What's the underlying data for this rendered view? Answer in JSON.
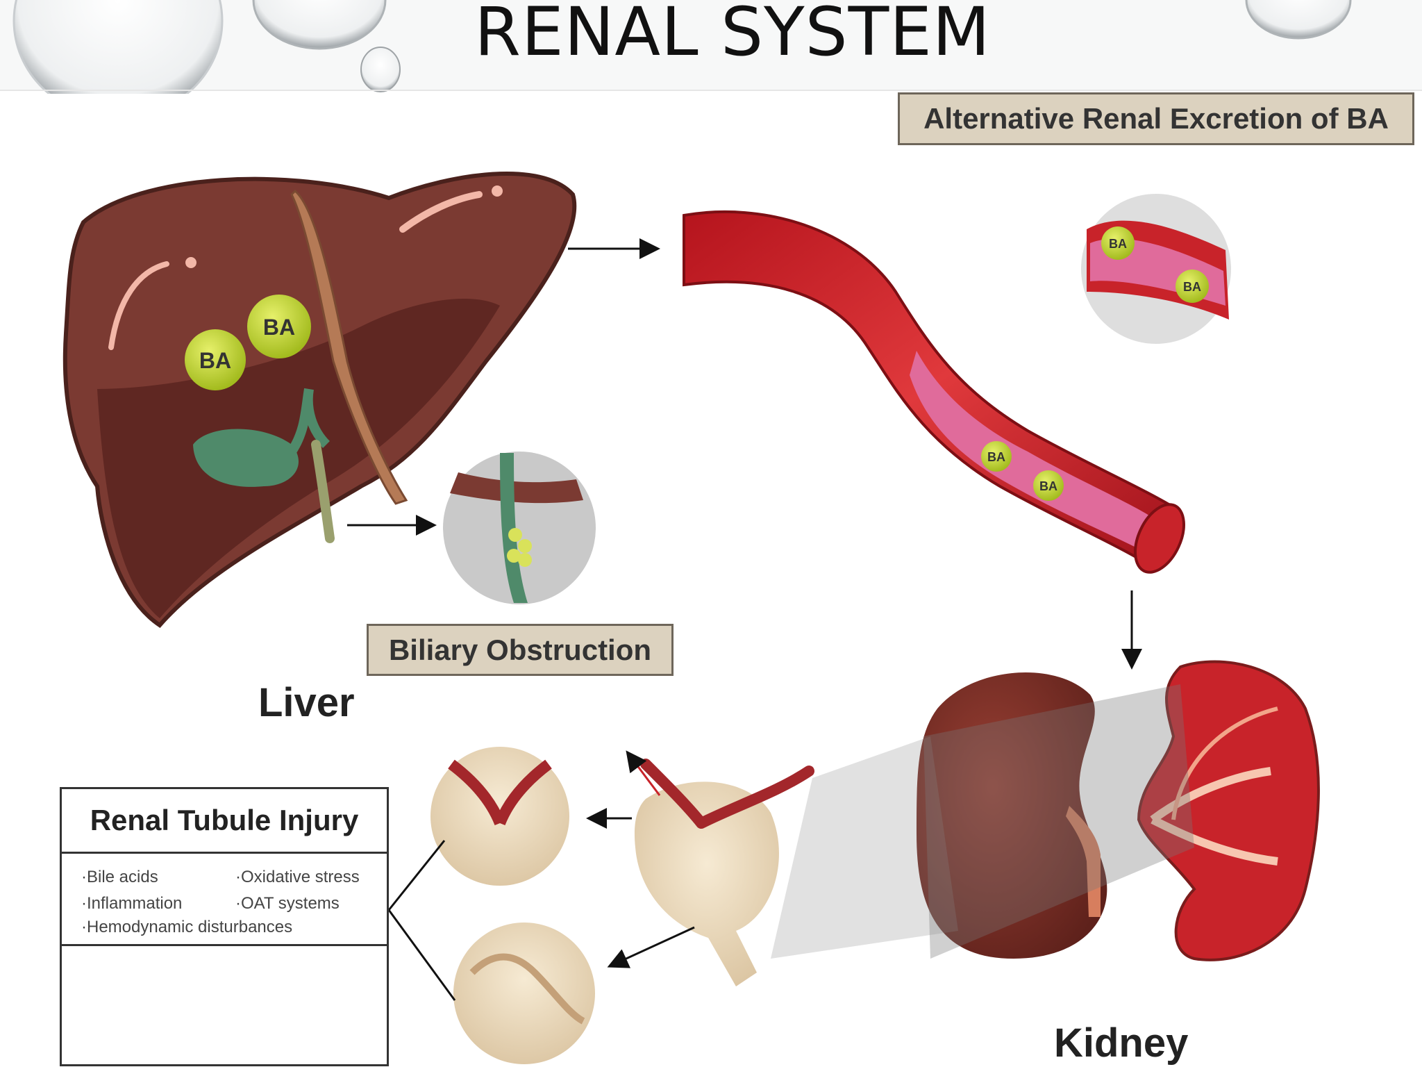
{
  "slide": {
    "title": "RENAL SYSTEM"
  },
  "labels": {
    "alternative_excretion": "Alternative Renal Excretion of BA",
    "biliary_obstruction": "Biliary Obstruction",
    "liver": "Liver",
    "kidney": "Kidney",
    "ba": "BA"
  },
  "renal_tubule_injury": {
    "title": "Renal Tubule Injury",
    "items": [
      "·Bile acids",
      "·Oxidative stress",
      "·Inflammation",
      "·OAT systems",
      "·Hemodynamic disturbances"
    ]
  },
  "colors": {
    "liver": "#7b3a32",
    "vessel": "#c8232a",
    "bile_acid": "#b7cc23",
    "gallbladder": "#4f8a6a",
    "label_box": "#dcd2bf",
    "kidney": "#7a2f27"
  }
}
